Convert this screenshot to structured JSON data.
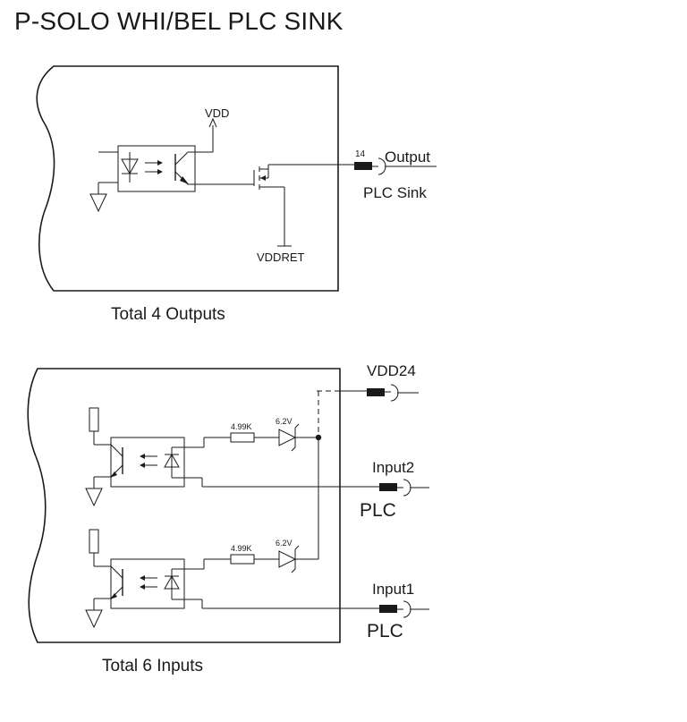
{
  "title": "P-SOLO WHI/BEL PLC SINK",
  "outputs_section": {
    "vdd_label": "VDD",
    "vddret_label": "VDDRET",
    "pin_number": "14",
    "output_label": "Output",
    "sink_label": "PLC Sink",
    "caption": "Total 4 Outputs"
  },
  "inputs_section": {
    "vdd24_label": "VDD24",
    "input2": {
      "resistor_label": "4.99K",
      "zener_label": "6.2V",
      "input_label": "Input2",
      "plc_label": "PLC"
    },
    "input1": {
      "resistor_label": "4.99K",
      "zener_label": "6.2V",
      "input_label": "Input1",
      "plc_label": "PLC"
    },
    "caption": "Total 6 Inputs"
  }
}
